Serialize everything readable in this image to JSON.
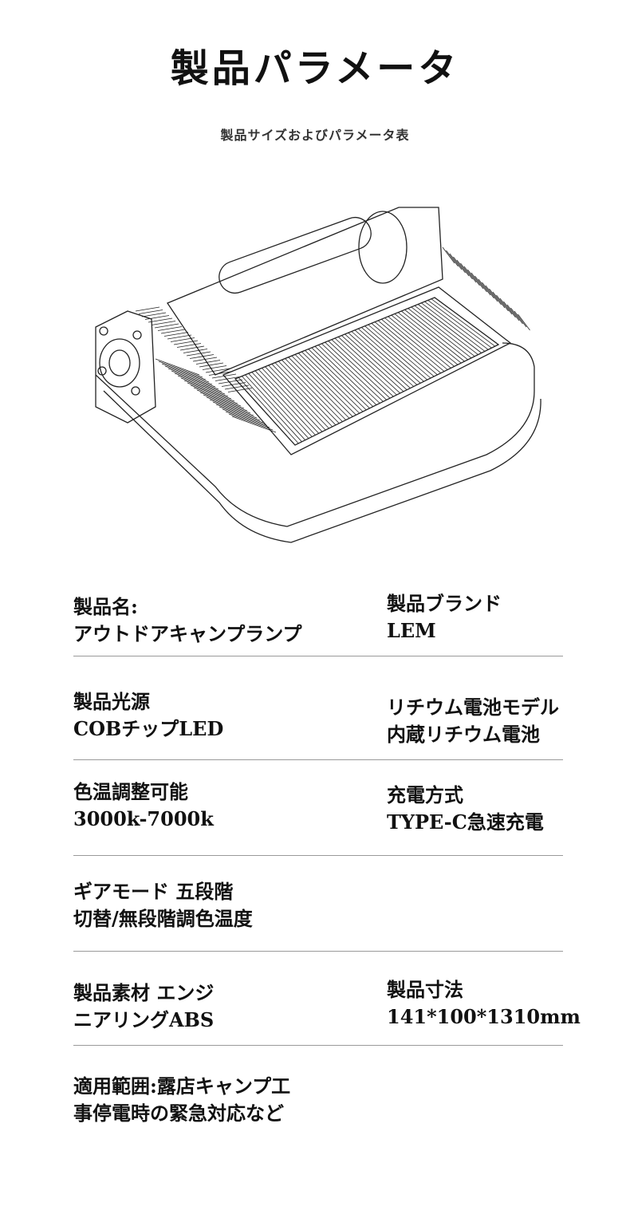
{
  "header": {
    "title": "製品パラメータ",
    "subtitle": "製品サイズおよびパラメータ表"
  },
  "specs": [
    {
      "label": "製品名:",
      "value": "アウトドアキャンプランプ"
    },
    {
      "label": "製品ブランド",
      "value": "LEM"
    },
    {
      "label": "製品光源",
      "value": "COBチップLED"
    },
    {
      "label": "リチウム電池モデル",
      "value": "内蔵リチウム電池"
    },
    {
      "label": "色温調整可能",
      "value": "3000k-7000k"
    },
    {
      "label": "充電方式",
      "value": "TYPE-C急速充電"
    },
    {
      "label": "ギアモード 五段階",
      "value": "切替/無段階調色温度"
    },
    {
      "label": "製品素材 エンジ",
      "value": "ニアリングABS"
    },
    {
      "label": "製品寸法",
      "value": "141*100*1310mm"
    },
    {
      "label": "適用範囲:露店キャンプ工",
      "value": "事停電時の緊急対応など"
    }
  ]
}
